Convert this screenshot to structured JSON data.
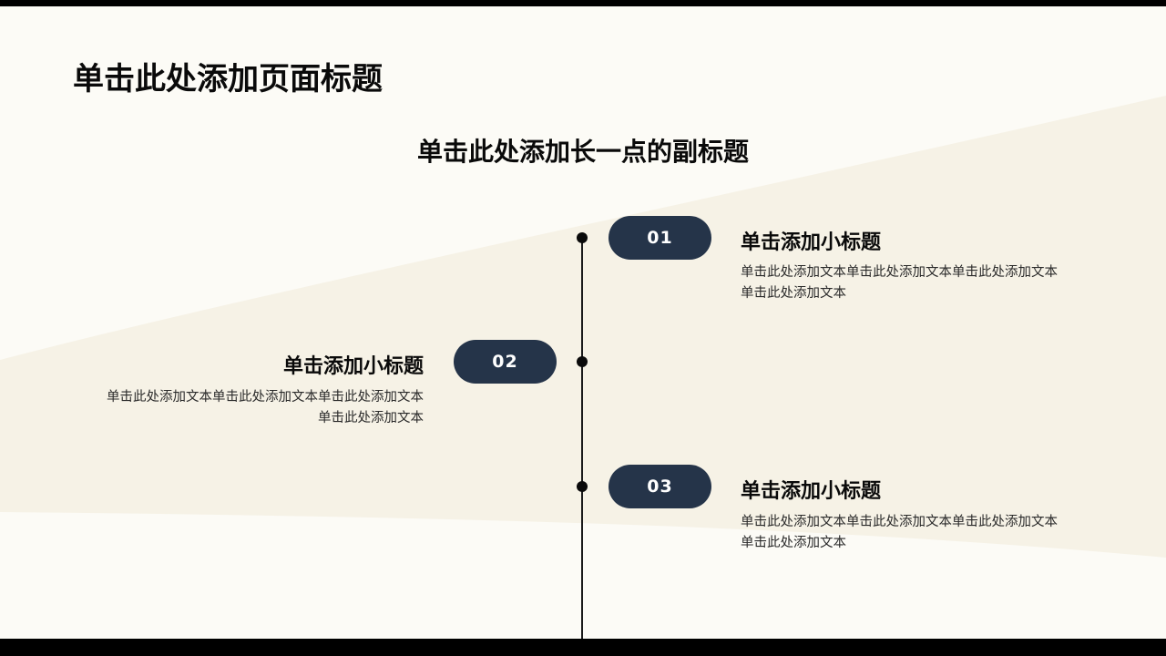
{
  "page_title": "单击此处添加页面标题",
  "subtitle": "单击此处添加长一点的副标题",
  "items": [
    {
      "number": "01",
      "title": "单击添加小标题",
      "text_line1": "单击此处添加文本单击此处添加文本单击此处添加文本",
      "text_line2": "单击此处添加文本"
    },
    {
      "number": "02",
      "title": "单击添加小标题",
      "text_line1": "单击此处添加文本单击此处添加文本单击此处添加文本",
      "text_line2": "单击此处添加文本"
    },
    {
      "number": "03",
      "title": "单击添加小标题",
      "text_line1": "单击此处添加文本单击此处添加文本单击此处添加文本",
      "text_line2": "单击此处添加文本"
    }
  ],
  "colors": {
    "background": "#fcfbf6",
    "band": "#f6f2e6",
    "pill": "#253449",
    "pill_text": "#ffffff",
    "line": "#1a1a1a"
  }
}
